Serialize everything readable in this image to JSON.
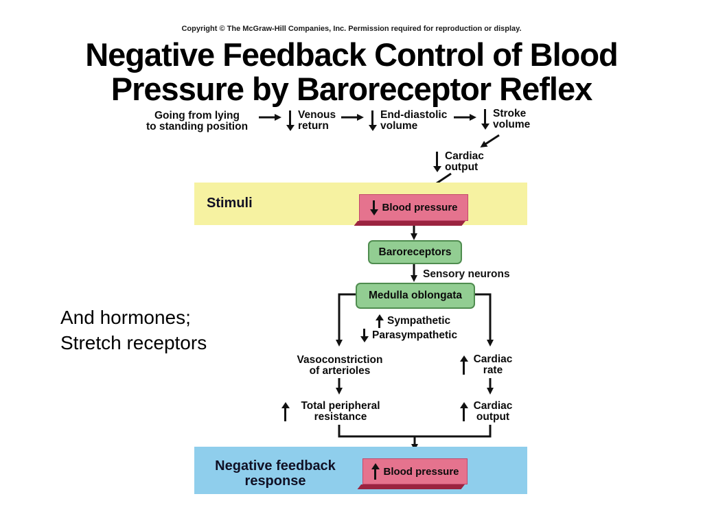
{
  "copyright": "Copyright © The McGraw-Hill Companies, Inc. Permission required for reproduction or display.",
  "title": "Negative Feedback Control of Blood\nPressure by Baroreceptor Reflex",
  "annotation": "And hormones;\nStretch receptors",
  "colors": {
    "background": "#FFFFFF",
    "stimuli_band": "#F6F2A1",
    "response_band": "#8FCEEC",
    "process_box_fill": "#92CD92",
    "process_box_border": "#4F8C4F",
    "state_box_fill": "#E5738E",
    "state_box_shadow": "#9B2440",
    "arrow": "#111111",
    "text": "#000000"
  },
  "diagram": {
    "top_flow": [
      {
        "label": "Going from lying\nto standing position",
        "direction": null
      },
      {
        "label": "Venous\nreturn",
        "direction": "down"
      },
      {
        "label": "End-diastolic\nvolume",
        "direction": "down"
      },
      {
        "label": "Stroke\nvolume",
        "direction": "down"
      },
      {
        "label": "Cardiac\noutput",
        "direction": "down"
      }
    ],
    "stimuli": {
      "band_label": "Stimuli",
      "box_label": "Blood pressure",
      "direction": "down"
    },
    "baroreceptors_label": "Baroreceptors",
    "sensory_neurons_label": "Sensory neurons",
    "medulla_label": "Medulla oblongata",
    "sympathetic": {
      "label": "Sympathetic",
      "direction": "up"
    },
    "parasympathetic": {
      "label": "Parasympathetic",
      "direction": "down"
    },
    "left_branch": {
      "vasoconstriction_label": "Vasoconstriction\nof arterioles",
      "total_peripheral": {
        "label": "Total peripheral\nresistance",
        "direction": "up"
      }
    },
    "right_branch": {
      "cardiac_rate": {
        "label": "Cardiac\nrate",
        "direction": "up"
      },
      "cardiac_output": {
        "label": "Cardiac\noutput",
        "direction": "up"
      }
    },
    "response": {
      "band_label": "Negative feedback\nresponse",
      "box_label": "Blood pressure",
      "direction": "up"
    }
  }
}
